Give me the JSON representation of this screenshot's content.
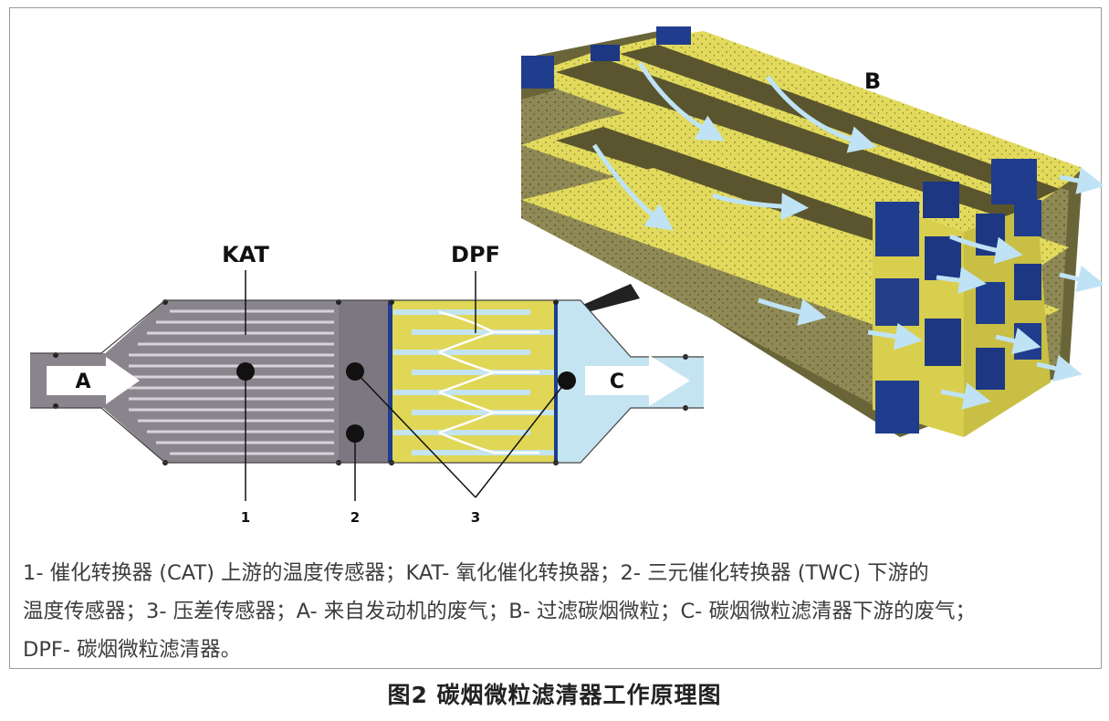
{
  "labels": {
    "kat": "KAT",
    "dpf": "DPF",
    "a": "A",
    "b": "B",
    "c": "C",
    "n1": "1",
    "n2": "2",
    "n3": "3"
  },
  "caption": {
    "line1": "1- 催化转换器 (CAT) 上游的温度传感器；KAT- 氧化催化转换器；2- 三元催化转换器 (TWC) 下游的",
    "line2": "温度传感器；3- 压差传感器；A- 来自发动机的废气；B- 过滤碳烟微粒；C- 碳烟微粒滤清器下游的废气；",
    "line3": "DPF- 碳烟微粒滤清器。"
  },
  "figure_title": "图2  碳烟微粒滤清器工作原理图",
  "colors": {
    "housing": "#8a848d",
    "filter_yellow": "#e0d757",
    "plug_blue": "#1f3d8c",
    "exhaust_light": "#c4e4f1",
    "sensor": "#111111"
  }
}
